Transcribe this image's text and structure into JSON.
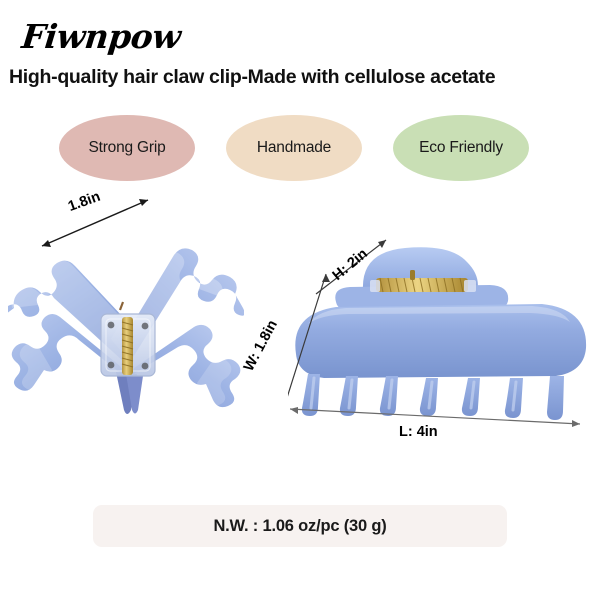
{
  "brand": {
    "logo_text": "Fiwnpow"
  },
  "headline": {
    "text": "High-quality hair claw clip-Made with cellulose acetate"
  },
  "features": [
    {
      "label": "Strong Grip",
      "color": "#dfb9b3"
    },
    {
      "label": "Handmade",
      "color": "#f0dcc4"
    },
    {
      "label": "Eco Friendly",
      "color": "#c9dfb5"
    }
  ],
  "product": {
    "color": "#92abdf",
    "spring_color": "#d4b45e",
    "left_view_name": "butterfly hair claw clip front view",
    "right_view_name": "hair claw clip side view"
  },
  "dimensions": {
    "left_width": "1.8in",
    "right_width": "W: 1.8in",
    "right_height": "H: 2in",
    "right_length": "L: 4in"
  },
  "net_weight": {
    "text": "N.W. : 1.06 oz/pc (30 g)"
  }
}
